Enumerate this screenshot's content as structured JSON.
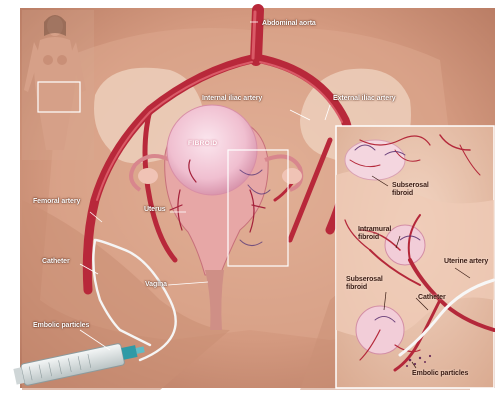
{
  "labels": {
    "abdominal_aorta": "Abdominal aorta",
    "internal_iliac_artery": "Internal iliac artery",
    "external_iliac_artery": "External iliac artery",
    "fibroid": "FIBROID",
    "femoral_artery": "Femoral artery",
    "uterus": "Uterus",
    "catheter_left": "Catheter",
    "vagina": "Vagina",
    "embolic_particles_left": "Embolic particles",
    "subserosal_fibroid_top_1": "Subserosal",
    "subserosal_fibroid_top_2": "fibroid",
    "intramural_fibroid_1": "Intramural",
    "intramural_fibroid_2": "fibroid",
    "uterine_artery": "Uterine artery",
    "subserosal_fibroid_bottom_1": "Subserosal",
    "subserosal_fibroid_bottom_2": "fibroid",
    "catheter_inset": "Catheter",
    "embolic_particles_inset": "Embolic particles"
  },
  "colors": {
    "background": "#d8a48a",
    "artery": "#b8283a",
    "fibroid": "#f3c8d4",
    "tissue": "#e8b8a0",
    "inset_bg": "#e9c3ad"
  }
}
